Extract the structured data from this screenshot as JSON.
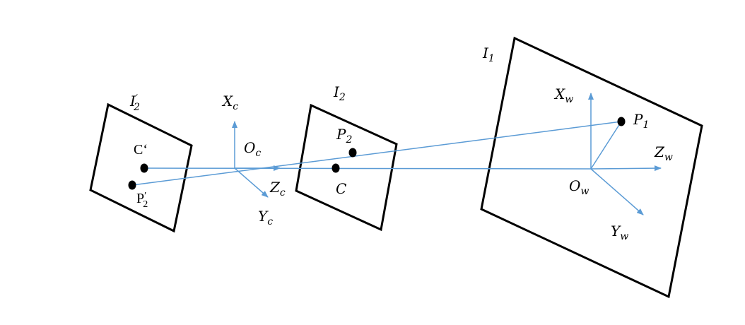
{
  "labels": {
    "I2p": {
      "main": "I",
      "sub": "2",
      "prime": "′"
    },
    "I2": {
      "main": "I",
      "sub": "2"
    },
    "I1": {
      "main": "I",
      "sub": "1"
    },
    "Xc": {
      "main": "X",
      "sub": "c"
    },
    "Yc": {
      "main": "Y",
      "sub": "c"
    },
    "Zc": {
      "main": "Z",
      "sub": "c"
    },
    "Oc": {
      "main": "O",
      "sub": "c"
    },
    "Xw": {
      "main": "X",
      "sub": "w"
    },
    "Yw": {
      "main": "Y",
      "sub": "w"
    },
    "Zw": {
      "main": "Z",
      "sub": "w"
    },
    "Ow": {
      "main": "O",
      "sub": "w"
    },
    "P1": {
      "main": "P",
      "sub": "1"
    },
    "P2": {
      "main": "P",
      "sub": "2"
    },
    "P2p": {
      "main": "P",
      "sub": "2",
      "prime": "′"
    },
    "C": {
      "main": "C"
    },
    "Cp": {
      "main": "C‘"
    }
  },
  "colors": {
    "axis": "#5b9bd5",
    "frame": "#000000"
  }
}
